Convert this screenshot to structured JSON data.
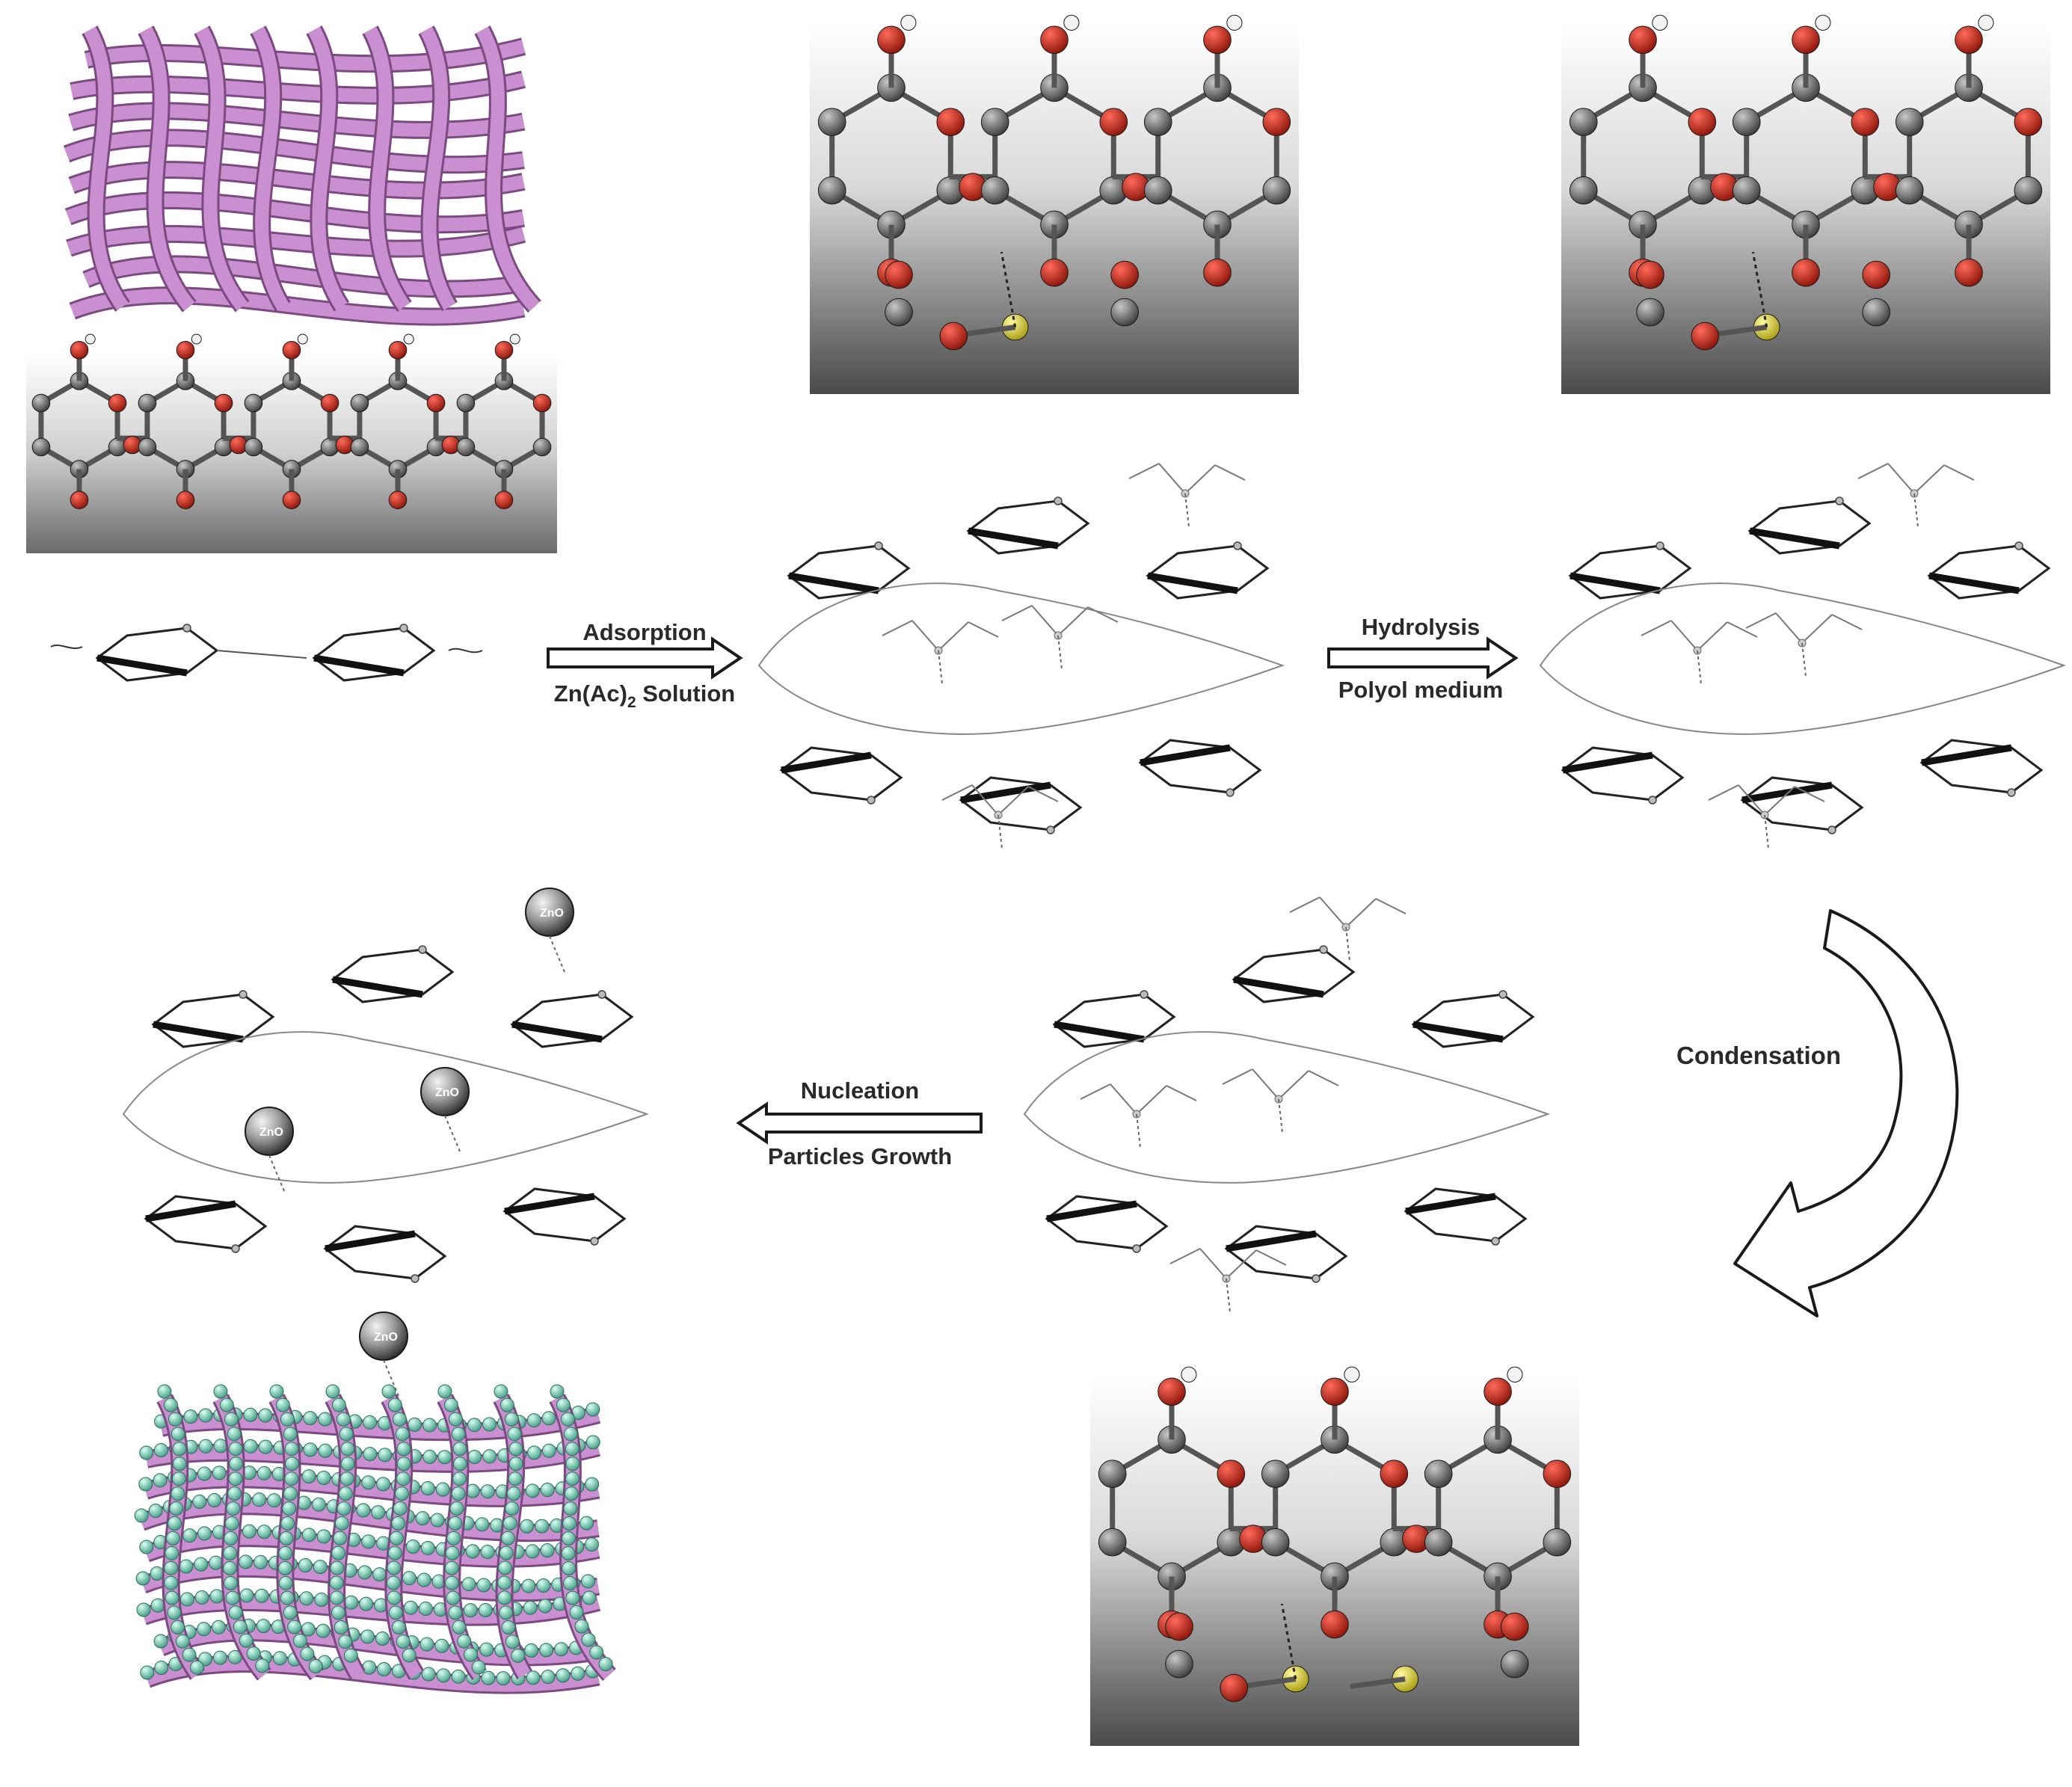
{
  "arrows": {
    "adsorption": {
      "top": "Adsorption",
      "bottom_main": "Zn(Ac)",
      "bottom_sub": "2",
      "bottom_rest": " Solution"
    },
    "hydrolysis": {
      "top": "Hydrolysis",
      "bottom": "Polyol medium"
    },
    "condensation": {
      "label": "Condensation"
    },
    "nucleation": {
      "top": "Nucleation",
      "bottom": "Particles Growth"
    }
  },
  "particles": {
    "label": "ZnO"
  },
  "colors": {
    "fiber": "#c98fd0",
    "zno_bead": "#8fd6c0",
    "carbon": "#7a7a7a",
    "oxygen": "#c0281c",
    "hydrogen": "#f2f2f2",
    "zinc": "#e0d840",
    "panel_top": "#ffffff",
    "panel_bottom": "#4a4a4a"
  }
}
